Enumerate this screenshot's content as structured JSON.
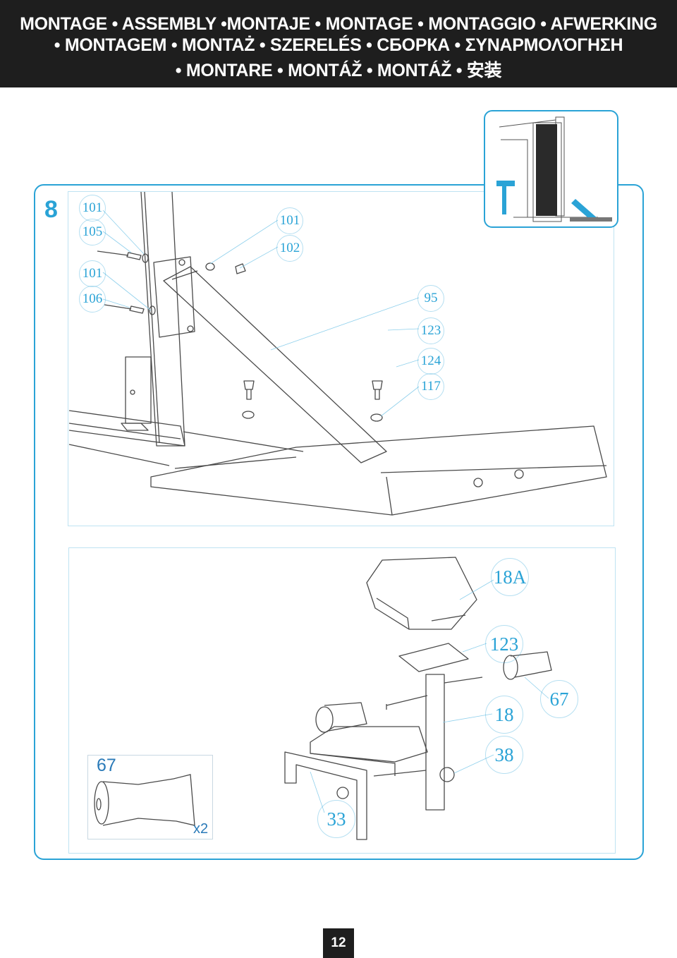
{
  "header": {
    "line1": "MONTAGE • ASSEMBLY •MONTAJE • MONTAGE • MONTAGGIO • AFWERKING",
    "line2": "• MONTAGEM • MONTAŻ • SZERELÉS • СБОРКА • ΣΥΝΑΡΜΟΛΌΓΗΣΗ",
    "line3": "• MONTARE • MONTÁŽ • MONTÁŽ • 安装"
  },
  "step_number": "8",
  "upper_panel": {
    "callouts_left": [
      "101",
      "105",
      "101",
      "106"
    ],
    "callouts_mid": [
      "101",
      "102"
    ],
    "callouts_right": [
      "95",
      "123",
      "124",
      "117"
    ]
  },
  "lower_panel": {
    "callouts": [
      "18A",
      "123",
      "18",
      "67",
      "38",
      "33"
    ]
  },
  "part_detail": {
    "number": "67",
    "quantity": "x2"
  },
  "page_number": "12",
  "colors": {
    "accent": "#2aa3d6",
    "header_bg": "#1e1e1e",
    "line_art": "#4a4a4a"
  }
}
